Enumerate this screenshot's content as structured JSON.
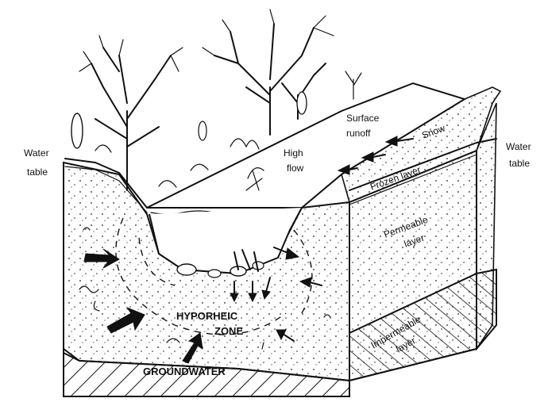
{
  "labels": {
    "water_table_left": [
      "Water",
      "table"
    ],
    "water_table_right": [
      "Water",
      "table"
    ],
    "surface_runoff": [
      "Surface",
      "runoff"
    ],
    "snow": "Snow",
    "high_flow": [
      "High",
      "flow"
    ],
    "frozen_layer": "Frozen layer",
    "permeable_layer": [
      "Permeable",
      "layer"
    ],
    "hyporheic_zone": [
      "HYPORHEIC",
      "ZONE"
    ],
    "impermeable_layer": [
      "Impermeable",
      "layer"
    ],
    "groundwater": "GROUNDWATER"
  },
  "colors": {
    "ink": "#111111",
    "paper": "#ffffff"
  }
}
